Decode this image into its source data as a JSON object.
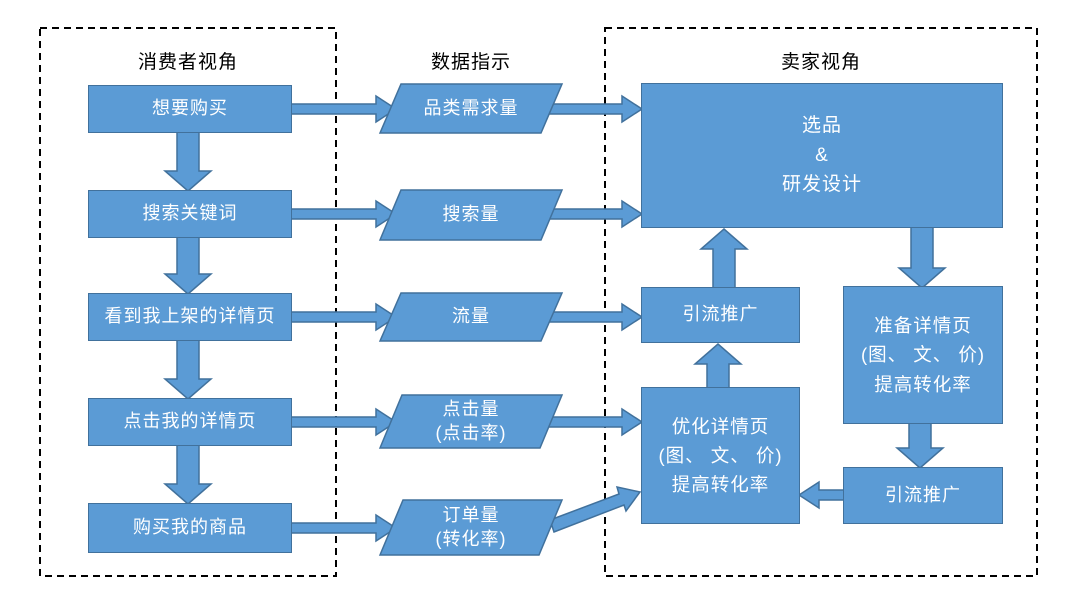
{
  "colors": {
    "canvas_bg": "#ffffff",
    "shape_fill": "#5b9bd5",
    "shape_border": "#41719c",
    "shape_text": "#ffffff",
    "title_text": "#000000",
    "dash_border": "#000000"
  },
  "consumer": {
    "title": "消费者视角",
    "steps": [
      "想要购买",
      "搜索关键词",
      "看到我上架的详情页",
      "点击我的详情页",
      "购买我的商品"
    ]
  },
  "metrics": {
    "title": "数据指示",
    "items": [
      {
        "lines": [
          "品类需求量"
        ]
      },
      {
        "lines": [
          "搜索量"
        ]
      },
      {
        "lines": [
          "流量"
        ]
      },
      {
        "lines": [
          "点击量",
          "(点击率)"
        ]
      },
      {
        "lines": [
          "订单量",
          "(转化率)"
        ]
      }
    ]
  },
  "seller": {
    "title": "卖家视角",
    "selection_lines": [
      "选品",
      "&",
      "研发设计"
    ],
    "promo_top": "引流推广",
    "prepare_lines": [
      "准备详情页",
      "(图、 文、 价)",
      "提高转化率"
    ],
    "optimize_lines": [
      "优化详情页",
      "(图、 文、 价)",
      "提高转化率"
    ],
    "promo_bottom": "引流推广"
  }
}
